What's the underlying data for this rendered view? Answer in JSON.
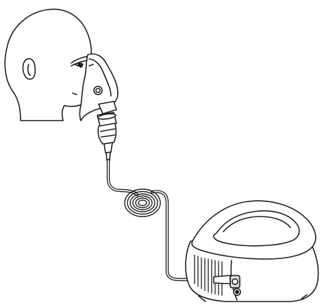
{
  "illustration": {
    "stroke_color": "#1a1a1a",
    "fill_color": "#ffffff",
    "shade_color": "#d9d9d9",
    "parts": [
      {
        "id": "patient-head",
        "icon": "head-profile-icon"
      },
      {
        "id": "face-mask",
        "icon": "nebulizer-mask-icon"
      },
      {
        "id": "medication-cup",
        "icon": "nebulizer-cup-icon"
      },
      {
        "id": "air-tubing",
        "icon": "coiled-tubing-icon"
      },
      {
        "id": "compressor-unit",
        "icon": "compressor-icon"
      }
    ]
  }
}
